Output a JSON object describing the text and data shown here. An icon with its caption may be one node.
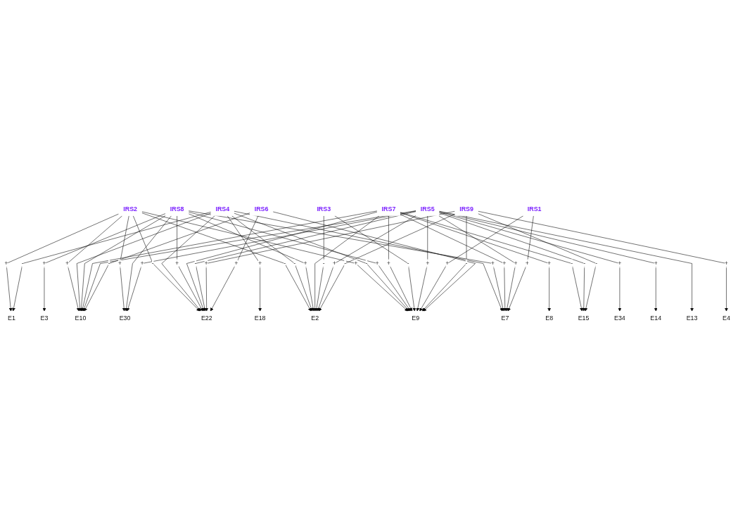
{
  "diagram": {
    "nodes": [
      {
        "text": [
          "IRS8"
        ]
      },
      {
        "text": [
          "E30"
        ]
      },
      {
        "text": [
          "IRS2"
        ]
      },
      {
        "text": [
          "E3"
        ]
      },
      {
        "text": [
          "E8"
        ]
      },
      {
        "text": [
          "IRS4"
        ]
      },
      {
        "text": [
          "E18"
        ]
      },
      {
        "text": [
          "E10"
        ]
      },
      {
        "text": [
          "E1"
        ]
      },
      {
        "text": [
          "IRS7"
        ]
      },
      {
        "text": [
          "IRS3"
        ]
      },
      {
        "text": [
          "E13"
        ]
      },
      {
        "text": [
          "E14"
        ]
      },
      {
        "text": [
          "IRS5"
        ]
      },
      {
        "text": [
          "E9"
        ]
      },
      {
        "text": [
          "E2"
        ]
      },
      {
        "text": [
          "E7"
        ]
      },
      {
        "text": [
          "E34"
        ]
      },
      {
        "text": [
          "E15"
        ]
      },
      {
        "text": [
          "IRS1"
        ]
      },
      {
        "text": [
          "E4"
        ]
      },
      {
        "text": [
          "E22"
        ]
      },
      {
        "text": [
          "IRS9"
        ]
      },
      {
        "text": [
          "IRS6"
        ]
      }
    ],
    "edges": [
      {
        "from": 2,
        "to": 1,
        "arrow": "to",
        "label": "+"
      },
      {
        "from": 2,
        "to": 7,
        "arrow": "to",
        "label": "+"
      },
      {
        "from": 2,
        "to": 8,
        "arrow": "to",
        "label": "+"
      },
      {
        "from": 2,
        "to": 15,
        "arrow": "to",
        "label": "-"
      },
      {
        "from": 2,
        "to": 14,
        "arrow": "to",
        "label": "+"
      },
      {
        "from": 2,
        "to": 21,
        "arrow": "to",
        "label": "-"
      },
      {
        "from": 5,
        "to": 6,
        "arrow": "to",
        "label": "+"
      },
      {
        "from": 5,
        "to": 7,
        "arrow": "to"
      },
      {
        "from": 5,
        "to": 8,
        "arrow": "to",
        "label": "-"
      },
      {
        "from": 5,
        "to": 14,
        "arrow": "to",
        "label": "-"
      },
      {
        "from": 5,
        "to": 15,
        "arrow": "to",
        "label": "-"
      },
      {
        "from": 5,
        "to": 21,
        "arrow": "to"
      },
      {
        "from": 5,
        "to": 16,
        "arrow": "to"
      },
      {
        "from": 0,
        "to": 1,
        "arrow": "to"
      },
      {
        "from": 0,
        "to": 3,
        "arrow": "to",
        "label": "+"
      },
      {
        "from": 0,
        "to": 7,
        "arrow": "to"
      },
      {
        "from": 0,
        "to": 21,
        "arrow": "to",
        "label": "+"
      },
      {
        "from": 0,
        "to": 15,
        "arrow": "to",
        "label": "+"
      },
      {
        "from": 0,
        "to": 16,
        "arrow": "to",
        "label": "+"
      },
      {
        "from": 0,
        "to": 14,
        "arrow": "to",
        "label": "+"
      },
      {
        "from": 9,
        "to": 4,
        "arrow": "to",
        "label": "+"
      },
      {
        "from": 9,
        "to": 7,
        "arrow": "to"
      },
      {
        "from": 9,
        "to": 14,
        "arrow": "to",
        "label": "+"
      },
      {
        "from": 9,
        "to": 15,
        "arrow": "to"
      },
      {
        "from": 9,
        "to": 21,
        "arrow": "to"
      },
      {
        "from": 9,
        "to": 18,
        "arrow": "to",
        "label": "-"
      },
      {
        "from": 9,
        "to": 16,
        "arrow": "to",
        "label": "+"
      },
      {
        "from": 10,
        "to": 14,
        "arrow": "to",
        "label": "-"
      },
      {
        "from": 10,
        "to": 15,
        "arrow": "to",
        "label": "-"
      },
      {
        "from": 13,
        "to": 14,
        "arrow": "to",
        "label": "+"
      },
      {
        "from": 13,
        "to": 15,
        "arrow": "to",
        "label": "+"
      },
      {
        "from": 13,
        "to": 16,
        "arrow": "to",
        "label": "+"
      },
      {
        "from": 13,
        "to": 7,
        "arrow": "to"
      },
      {
        "from": 13,
        "to": 11,
        "arrow": "to"
      },
      {
        "from": 13,
        "to": 12,
        "arrow": "to",
        "label": "+"
      },
      {
        "from": 13,
        "to": 18,
        "arrow": "to",
        "label": "-"
      },
      {
        "from": 13,
        "to": 17,
        "arrow": "to",
        "label": "+"
      },
      {
        "from": 13,
        "to": 21,
        "arrow": "to",
        "label": "-"
      },
      {
        "from": 13,
        "to": 1,
        "arrow": "to",
        "label": "+"
      },
      {
        "from": 19,
        "to": 14,
        "arrow": "to",
        "label": "+"
      },
      {
        "from": 19,
        "to": 16,
        "arrow": "to",
        "label": "+"
      },
      {
        "from": 22,
        "to": 20,
        "arrow": "to",
        "label": "+"
      },
      {
        "from": 22,
        "to": 14,
        "arrow": "to",
        "label": "-"
      },
      {
        "from": 22,
        "to": 15,
        "arrow": "to",
        "label": "-"
      },
      {
        "from": 22,
        "to": 21,
        "arrow": "to",
        "label": "+"
      },
      {
        "from": 22,
        "to": 18,
        "arrow": "to",
        "label": "-"
      },
      {
        "from": 23,
        "to": 21,
        "arrow": "to",
        "label": "+"
      },
      {
        "from": 23,
        "to": 7,
        "arrow": "to",
        "label": "-"
      },
      {
        "from": 23,
        "to": 14,
        "arrow": "to"
      }
    ]
  }
}
